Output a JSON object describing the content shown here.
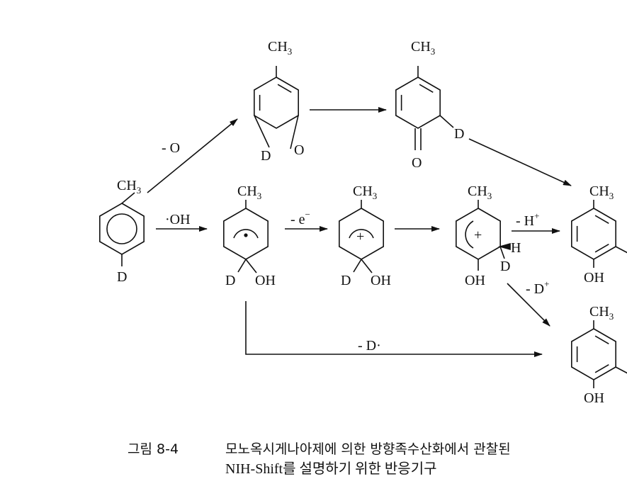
{
  "labels": {
    "ch3": "CH",
    "ch3_sub": "3",
    "d": "D",
    "o": "O",
    "oh": "OH",
    "h": "H",
    "plus": "+",
    "dot": "·"
  },
  "reagents": {
    "minus_o": "- O",
    "oh_radical": "·OH",
    "minus_e": "- e",
    "minus_e_sup": "−",
    "minus_h": "- H",
    "minus_h_sup": "+",
    "minus_d": "- D",
    "minus_d_sup": "+",
    "minus_d_radical": "- D·"
  },
  "caption": {
    "figure_label": "그림 8-4",
    "line1": "모노옥시게나아제에 의한 방향족수산화에서 관찰된",
    "line2": "NIH-Shift를 설명하기 위한 반응기구"
  }
}
